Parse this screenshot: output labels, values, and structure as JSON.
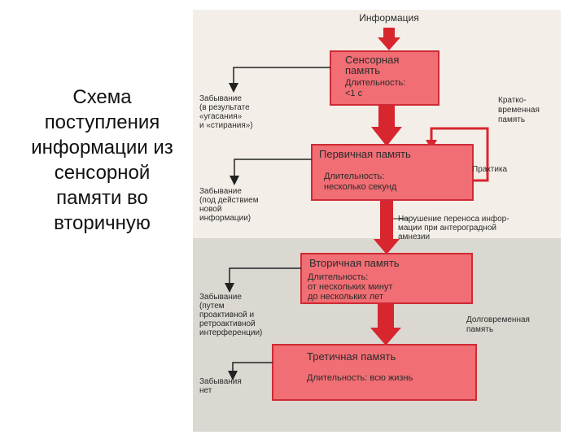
{
  "slide": {
    "title_lines": [
      "Схема",
      "поступления",
      "информации из",
      "сенсорной",
      "памяти во",
      "вторичную"
    ]
  },
  "diagram": {
    "input_label": "Информация",
    "boxes": [
      {
        "title": "Сенсорная память",
        "lines": [
          "Длительность:",
          "<1 с"
        ]
      },
      {
        "title": "Первичная память",
        "lines": [
          "Длительность:",
          "несколько секунд"
        ]
      },
      {
        "title": "Вторичная память",
        "lines": [
          "Длительность:",
          "от нескольких минут",
          "до нескольких лет"
        ]
      },
      {
        "title": "Третичная память",
        "lines": [
          "Длительность: всю жизнь"
        ]
      }
    ],
    "forgetting": [
      {
        "lines": [
          "Забывание",
          "(в результате",
          "«угасания»",
          "и «стирания»)"
        ]
      },
      {
        "lines": [
          "Забывание",
          "(под действием",
          "новой",
          "информации)"
        ]
      },
      {
        "lines": [
          "Забывание",
          "(путем",
          "проактивной и",
          "ретроактивной",
          "интерференции)"
        ]
      },
      {
        "lines": [
          "Забывания",
          "нет"
        ]
      }
    ],
    "short_term_label": [
      "Кратко-",
      "временная",
      "память"
    ],
    "practice_label": "Практика",
    "amnesia_note": [
      "Нарушение переноса инфор-",
      "мации при антероградной",
      "амнезии"
    ],
    "long_term_label": [
      "Долговременная",
      "память"
    ],
    "colors": {
      "page_light": "#f3efe8",
      "page_dark": "#dbd7d1",
      "box_fill": "#f06e74",
      "box_stroke": "#cf2b35",
      "arrow_red": "#d8262f",
      "text": "#2b2b2b"
    }
  }
}
